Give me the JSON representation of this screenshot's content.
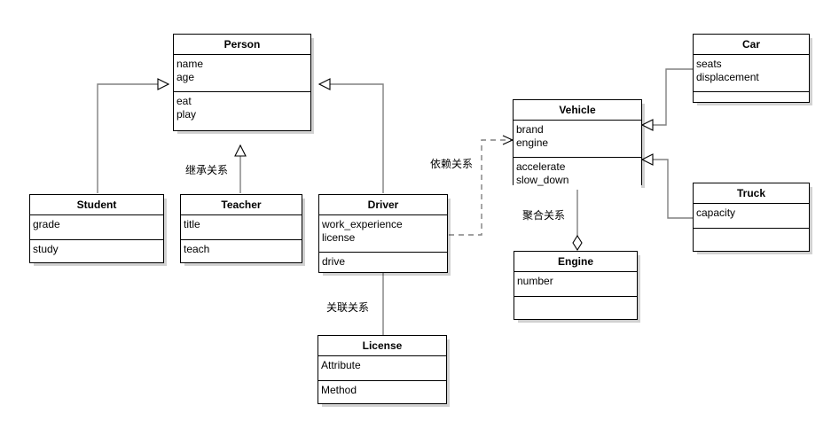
{
  "diagram": {
    "kind": "uml-class-diagram",
    "background": "#ffffff",
    "line_color": "#808080",
    "border_color": "#000000"
  },
  "classes": {
    "person": {
      "name": "Person",
      "attributes": [
        "name",
        "age"
      ],
      "methods": [
        "eat",
        "play"
      ]
    },
    "student": {
      "name": "Student",
      "attributes": [
        "grade"
      ],
      "methods": [
        "study"
      ]
    },
    "teacher": {
      "name": "Teacher",
      "attributes": [
        "title"
      ],
      "methods": [
        "teach"
      ]
    },
    "driver": {
      "name": "Driver",
      "attributes": [
        "work_experience",
        "license"
      ],
      "methods": [
        "drive"
      ]
    },
    "license": {
      "name": "License",
      "attributes": [
        "Attribute"
      ],
      "methods": [
        "Method"
      ]
    },
    "vehicle": {
      "name": "Vehicle",
      "attributes": [
        "brand",
        "engine"
      ],
      "methods": [
        "accelerate",
        "slow_down"
      ]
    },
    "car": {
      "name": "Car",
      "attributes": [
        "seats",
        "displacement"
      ],
      "methods": []
    },
    "truck": {
      "name": "Truck",
      "attributes": [
        "capacity"
      ],
      "methods": []
    },
    "engine": {
      "name": "Engine",
      "attributes": [
        "number"
      ],
      "methods": []
    }
  },
  "relationship_labels": {
    "inheritance": "继承关系",
    "dependency": "依赖关系",
    "aggregation": "聚合关系",
    "association": "关联关系"
  },
  "relationships": [
    {
      "from": "Student",
      "to": "Person",
      "type": "inheritance",
      "label": "继承关系"
    },
    {
      "from": "Teacher",
      "to": "Person",
      "type": "inheritance",
      "label": "继承关系"
    },
    {
      "from": "Driver",
      "to": "Person",
      "type": "inheritance",
      "label": "继承关系"
    },
    {
      "from": "Car",
      "to": "Vehicle",
      "type": "inheritance",
      "label": ""
    },
    {
      "from": "Truck",
      "to": "Vehicle",
      "type": "inheritance",
      "label": ""
    },
    {
      "from": "Driver",
      "to": "Vehicle",
      "type": "dependency",
      "label": "依赖关系"
    },
    {
      "from": "Vehicle",
      "to": "Engine",
      "type": "aggregation",
      "label": "聚合关系"
    },
    {
      "from": "Driver",
      "to": "License",
      "type": "association",
      "label": "关联关系"
    }
  ]
}
